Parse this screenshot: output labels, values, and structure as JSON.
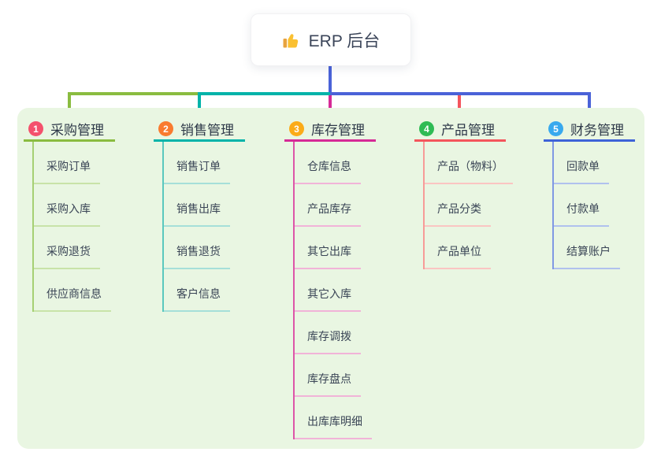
{
  "root": {
    "label": "ERP 后台",
    "icon": "thumbs-up-icon"
  },
  "branches": [
    {
      "index": "1",
      "label": "采购管理",
      "badge_color": "#f4516c",
      "line_color": "#8abc40",
      "children": [
        "采购订单",
        "采购入库",
        "采购退货",
        "供应商信息"
      ]
    },
    {
      "index": "2",
      "label": "销售管理",
      "badge_color": "#f97b2f",
      "line_color": "#00b3a9",
      "children": [
        "销售订单",
        "销售出库",
        "销售退货",
        "客户信息"
      ]
    },
    {
      "index": "3",
      "label": "库存管理",
      "badge_color": "#fbab18",
      "line_color": "#d62a96",
      "children": [
        "仓库信息",
        "产品库存",
        "其它出库",
        "其它入库",
        "库存调拨",
        "库存盘点",
        "出库库明细"
      ]
    },
    {
      "index": "4",
      "label": "产品管理",
      "badge_color": "#2fbb54",
      "line_color": "#f4555c",
      "children": [
        "产品（物料）",
        "产品分类",
        "产品单位"
      ]
    },
    {
      "index": "5",
      "label": "财务管理",
      "badge_color": "#38a9ee",
      "line_color": "#3e63d8",
      "children": [
        "回款单",
        "付款单",
        "结算账户"
      ]
    }
  ],
  "colors": {
    "canvas_background": "#ffffff",
    "panel_background": "#e9f6e2",
    "root_stem": "#4a62d8",
    "thumb_yellow": "#fac032"
  }
}
